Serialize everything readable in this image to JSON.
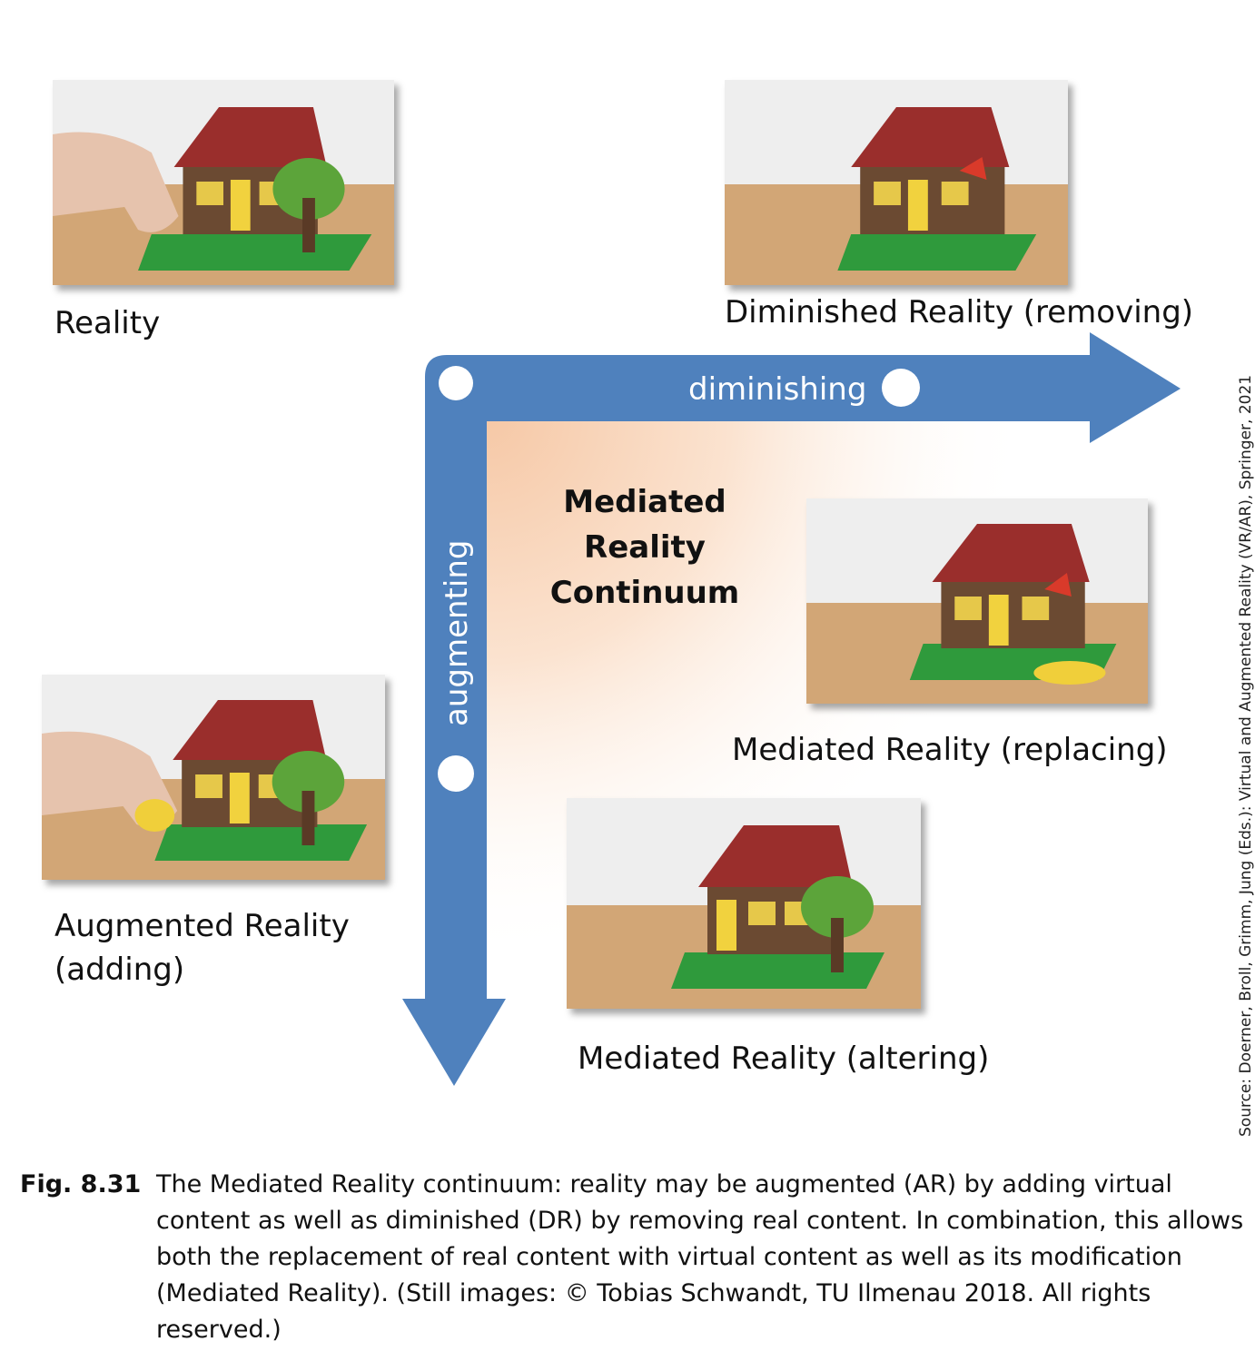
{
  "photos": {
    "reality": {
      "label": "Reality"
    },
    "diminished": {
      "label": "Diminished Reality (removing)"
    },
    "replacing": {
      "label": "Mediated Reality (replacing)"
    },
    "augmented": {
      "label_line1": "Augmented Reality",
      "label_line2": "(adding)"
    },
    "altering": {
      "label": "Mediated Reality (altering)"
    }
  },
  "arrows": {
    "horizontal_label": "diminishing",
    "vertical_label": "augmenting",
    "color": "#4f81bd"
  },
  "center_title": {
    "line1": "Mediated",
    "line2": "Reality",
    "line3": "Continuum"
  },
  "source_text": "Source: Doerner, Broll, Grimm, Jung (Eds.): Virtual and Augmented Reality (VR/AR), Springer, 2021",
  "caption": {
    "number": "Fig. 8.31",
    "text": "The Mediated Reality continuum: reality may be augmented (AR) by adding virtual content as well as diminished (DR) by removing real content. In combination, this allows both the replacement of real content with virtual content as well as its modification (Mediated Reality). (Still images: © Tobias Schwandt, TU Ilmenau 2018. All rights reserved.)"
  }
}
